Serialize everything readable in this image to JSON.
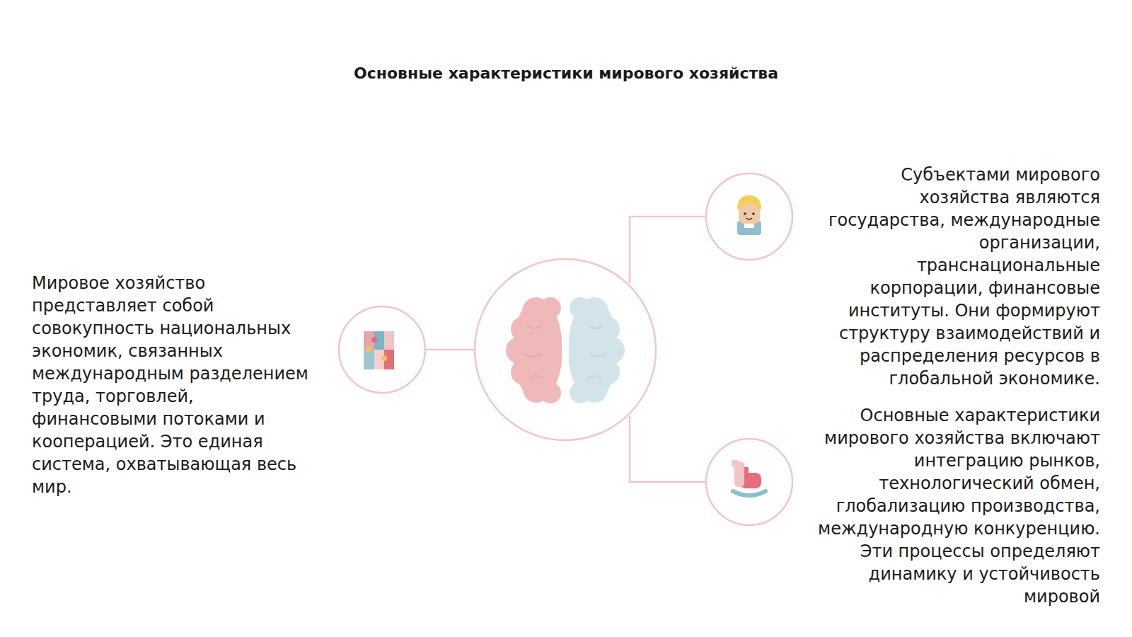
{
  "diagram": {
    "title": "Основные характеристики мирового хозяйства",
    "labels": [
      "Мировое хозяйство представляет собой совокупность национальных экономик, связанных международным разделением труда, торговлей, финансовыми потоками и кооперацией. Это единая система, охватывающая весь мир.",
      "Субъектами мирового хозяйства являются государства, международные организации, транснациональные корпорации, финансовые институты. Они формируют структуру взаимодействий и распределения ресурсов в глобальной экономике.",
      "Основные характеристики мирового хозяйства включают интеграцию рынков, технологический обмен, глобализацию производства, международную конкуренцию. Эти процессы определяют динамику и устойчивость мировой"
    ]
  }
}
